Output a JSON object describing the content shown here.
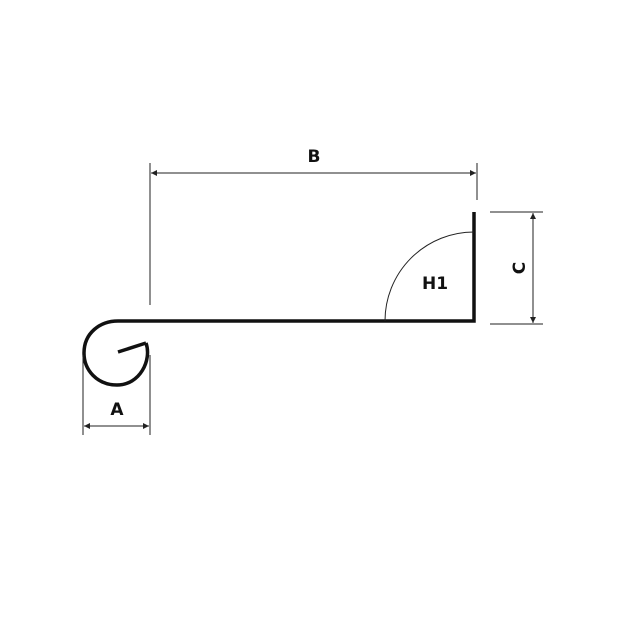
{
  "labels": {
    "a": "A",
    "b": "B",
    "c": "C",
    "angle": "H1"
  },
  "colors": {
    "profile": "#111111",
    "dimension": "#222222"
  }
}
